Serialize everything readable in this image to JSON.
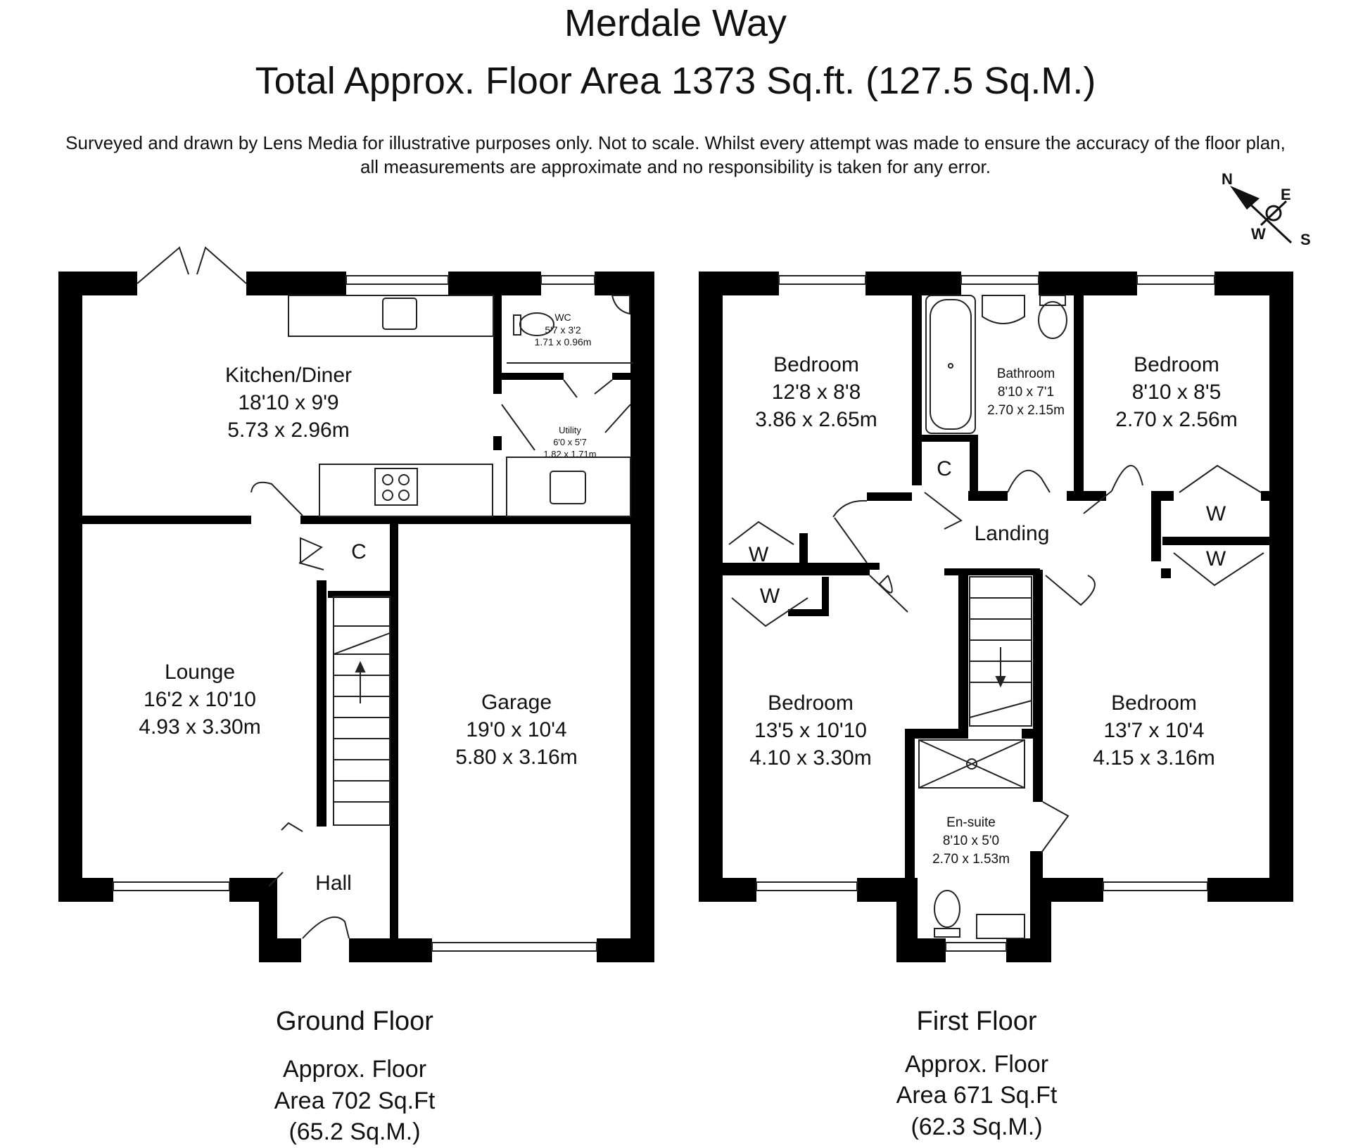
{
  "header": {
    "title": "Merdale Way",
    "subtitle": "Total Approx. Floor Area 1373 Sq.ft. (127.5 Sq.M.)",
    "disclaimer_line1": "Surveyed and drawn by Lens Media for illustrative purposes only. Not to scale. Whilst every attempt was made to ensure the accuracy of the floor plan,",
    "disclaimer_line2": "all measurements are approximate and no responsibility is taken for any error."
  },
  "compass": {
    "n": "N",
    "e": "E",
    "s": "S",
    "w": "W"
  },
  "colors": {
    "wall": "#000000",
    "line": "#222222",
    "background": "#ffffff"
  },
  "ground_floor": {
    "name": "Ground Floor",
    "area_line1": "Approx. Floor",
    "area_line2": "Area 702 Sq.Ft",
    "area_line3": "(65.2 Sq.M.)",
    "rooms": {
      "kitchen": {
        "name": "Kitchen/Diner",
        "imperial": "18'10 x 9'9",
        "metric": "5.73 x 2.96m"
      },
      "wc": {
        "name": "WC",
        "imperial": "5'7 x 3'2",
        "metric": "1.71 x 0.96m"
      },
      "utility": {
        "name": "Utility",
        "imperial": "6'0 x 5'7",
        "metric": "1.82 x 1.71m"
      },
      "lounge": {
        "name": "Lounge",
        "imperial": "16'2 x 10'10",
        "metric": "4.93 x 3.30m"
      },
      "garage": {
        "name": "Garage",
        "imperial": "19'0 x 10'4",
        "metric": "5.80 x 3.16m"
      },
      "hall": {
        "name": "Hall"
      },
      "cupboard": {
        "name": "C"
      }
    }
  },
  "first_floor": {
    "name": "First Floor",
    "area_line1": "Approx. Floor",
    "area_line2": "Area 671 Sq.Ft",
    "area_line3": "(62.3 Sq.M.)",
    "rooms": {
      "bedroom_nw": {
        "name": "Bedroom",
        "imperial": "12'8 x 8'8",
        "metric": "3.86 x 2.65m"
      },
      "bathroom": {
        "name": "Bathroom",
        "imperial": "8'10 x 7'1",
        "metric": "2.70 x 2.15m"
      },
      "bedroom_ne": {
        "name": "Bedroom",
        "imperial": "8'10 x 8'5",
        "metric": "2.70 x 2.56m"
      },
      "bedroom_sw": {
        "name": "Bedroom",
        "imperial": "13'5 x 10'10",
        "metric": "4.10 x 3.30m"
      },
      "bedroom_se": {
        "name": "Bedroom",
        "imperial": "13'7 x 10'4",
        "metric": "4.15 x 3.16m"
      },
      "ensuite": {
        "name": "En-suite",
        "imperial": "8'10 x 5'0",
        "metric": "2.70 x 1.53m"
      },
      "landing": {
        "name": "Landing"
      },
      "cupboard": {
        "name": "C"
      },
      "wardrobe1": {
        "name": "W"
      },
      "wardrobe2": {
        "name": "W"
      },
      "wardrobe3": {
        "name": "W"
      },
      "wardrobe4": {
        "name": "W"
      }
    }
  }
}
